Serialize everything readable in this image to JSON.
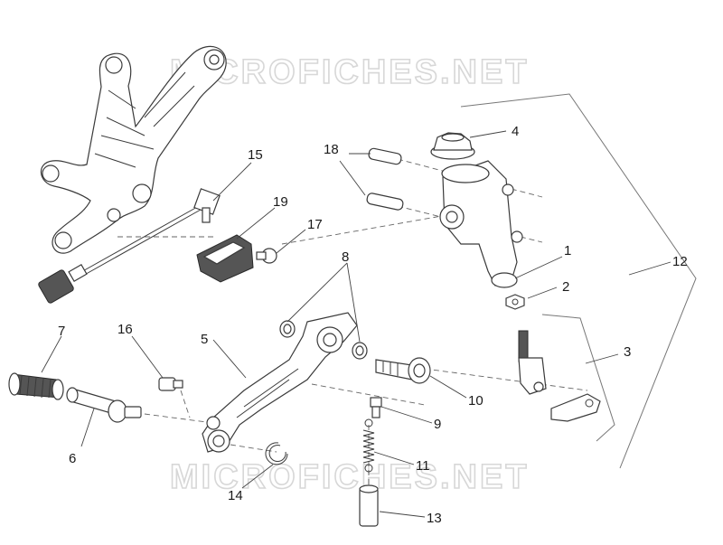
{
  "watermark": {
    "top": "MICROFICHES.NET",
    "bottom": "MICROFICHES.NET"
  },
  "callouts": {
    "c1": "1",
    "c2": "2",
    "c3": "3",
    "c4": "4",
    "c5": "5",
    "c6": "6",
    "c7": "7",
    "c8": "8",
    "c9": "9",
    "c10": "10",
    "c11": "11",
    "c12": "12",
    "c13": "13",
    "c14": "14",
    "c15": "15",
    "c16": "16",
    "c17": "17",
    "c18": "18",
    "c19": "19"
  }
}
